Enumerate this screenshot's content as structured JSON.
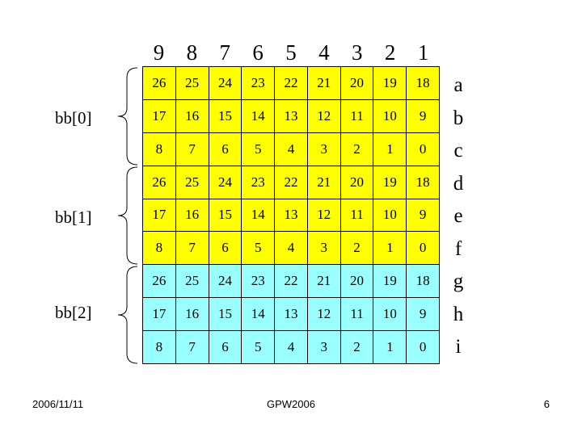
{
  "column_headers": [
    "9",
    "8",
    "7",
    "6",
    "5",
    "4",
    "3",
    "2",
    "1"
  ],
  "row_labels": [
    "a",
    "b",
    "c",
    "d",
    "e",
    "f",
    "g",
    "h",
    "i"
  ],
  "groups": [
    {
      "label": "bb[0]",
      "color": "#ffff00"
    },
    {
      "label": "bb[1]",
      "color": "#ffff00"
    },
    {
      "label": "bb[2]",
      "color": "#99ffff"
    }
  ],
  "grid_rows": [
    [
      "26",
      "25",
      "24",
      "23",
      "22",
      "21",
      "20",
      "19",
      "18"
    ],
    [
      "17",
      "16",
      "15",
      "14",
      "13",
      "12",
      "11",
      "10",
      "9"
    ],
    [
      "8",
      "7",
      "6",
      "5",
      "4",
      "3",
      "2",
      "1",
      "0"
    ],
    [
      "26",
      "25",
      "24",
      "23",
      "22",
      "21",
      "20",
      "19",
      "18"
    ],
    [
      "17",
      "16",
      "15",
      "14",
      "13",
      "12",
      "11",
      "10",
      "9"
    ],
    [
      "8",
      "7",
      "6",
      "5",
      "4",
      "3",
      "2",
      "1",
      "0"
    ],
    [
      "26",
      "25",
      "24",
      "23",
      "22",
      "21",
      "20",
      "19",
      "18"
    ],
    [
      "17",
      "16",
      "15",
      "14",
      "13",
      "12",
      "11",
      "10",
      "9"
    ],
    [
      "8",
      "7",
      "6",
      "5",
      "4",
      "3",
      "2",
      "1",
      "0"
    ]
  ],
  "footer": {
    "date": "2006/11/11",
    "center": "GPW2006",
    "page": "6"
  }
}
